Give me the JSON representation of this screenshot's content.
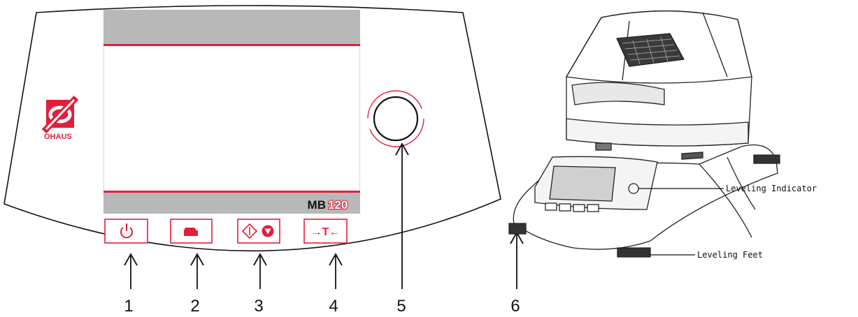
{
  "panel": {
    "brand": "OHAUS",
    "model_prefix": "MB",
    "model_number": "120",
    "keys": [
      {
        "id": "power",
        "icon": "power-icon"
      },
      {
        "id": "print",
        "icon": "printer-icon"
      },
      {
        "id": "start-stop",
        "icon": "start-stop-icon"
      },
      {
        "id": "tare",
        "label": "→T←",
        "icon": "tare-icon"
      }
    ],
    "leveling_indicator_icon": "bubble-level-icon"
  },
  "callouts": [
    "1",
    "2",
    "3",
    "4",
    "5",
    "6"
  ],
  "device_labels": {
    "leveling_indicator": "Leveling Indicator",
    "leveling_feet": "Leveling Feet"
  },
  "colors": {
    "accent": "#e0203a",
    "screen_bar": "#b8b8b8",
    "outline": "#111111"
  }
}
